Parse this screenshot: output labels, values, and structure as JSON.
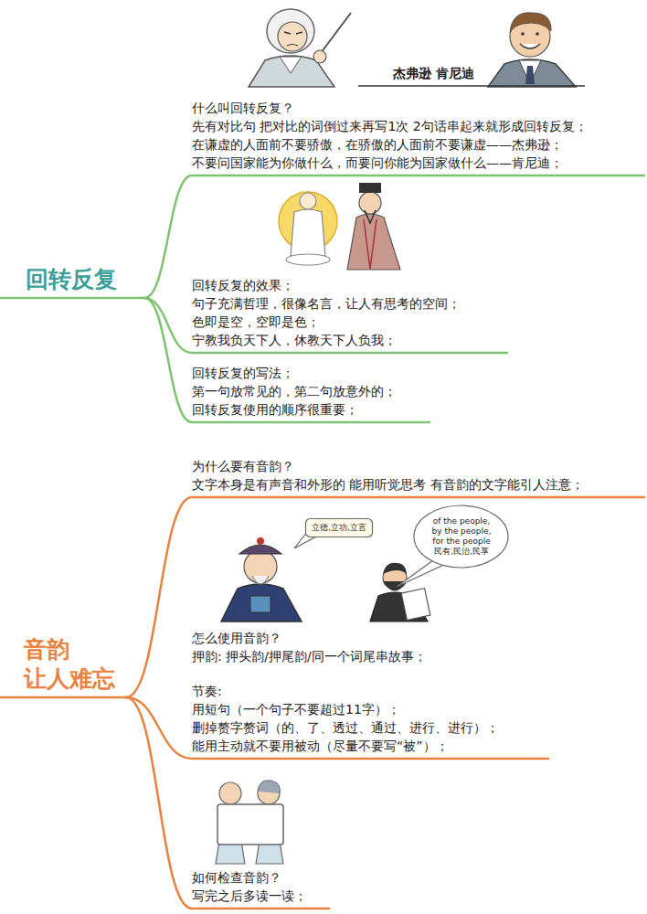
{
  "diagram": {
    "nodes": [
      {
        "text": [
          "回转反复"
        ]
      },
      {
        "text": [
          "什么叫回转反复？",
          "先有对比句 把对比的词倒过来再写1次 2句话串起来就形成回转反复；",
          "在谦虚的人面前不要骄傲，在骄傲的人面前不要谦虚——杰弗逊；",
          "不要问国家能为你做什么，而要问你能为国家做什么——肯尼迪；"
        ]
      },
      {
        "text": [
          "回转反复的效果；",
          "句子充满哲理，很像名言，让人有思考的空间；",
          "色即是空，空即是色；",
          "宁教我负天下人，休教天下人负我；"
        ]
      },
      {
        "text": [
          "回转反复的写法；",
          "第一句放常见的，第二句放意外的；",
          "回转反复使用的顺序很重要；"
        ]
      },
      {
        "text": [
          "音韵 让人难忘"
        ]
      },
      {
        "text": [
          "为什么要有音韵？",
          "文字本身是有声音和外形的 能用听觉思考 有音韵的文字能引人注意；"
        ]
      },
      {
        "text": [
          "立德,立功,立言"
        ]
      },
      {
        "text": [
          "of the people, by the people, for the people 民有,民治,民享"
        ]
      },
      {
        "text": [
          "怎么使用音韵？",
          "押韵: 押头韵/押尾韵/同一个词尾串故事；",
          "节奏:",
          "用短句（一个句子不要超过11字）；",
          "删掉赘字赘词（的、了、透过、通过、进行、进行）；",
          "能用主动就不要用被动（尽量不要写“被”）；"
        ]
      },
      {
        "text": [
          "如何检查音韵？",
          "写完之后多读一读；"
        ]
      }
    ],
    "edges": [
      {
        "from": 0,
        "to": 1,
        "arrow": "none"
      },
      {
        "from": 0,
        "to": 2,
        "arrow": "none"
      },
      {
        "from": 0,
        "to": 3,
        "arrow": "none"
      },
      {
        "from": 4,
        "to": 5,
        "arrow": "none"
      },
      {
        "from": 4,
        "to": 8,
        "arrow": "none"
      },
      {
        "from": 4,
        "to": 9,
        "arrow": "none"
      }
    ],
    "labels": [
      "杰弗逊 肯尼迪"
    ]
  }
}
